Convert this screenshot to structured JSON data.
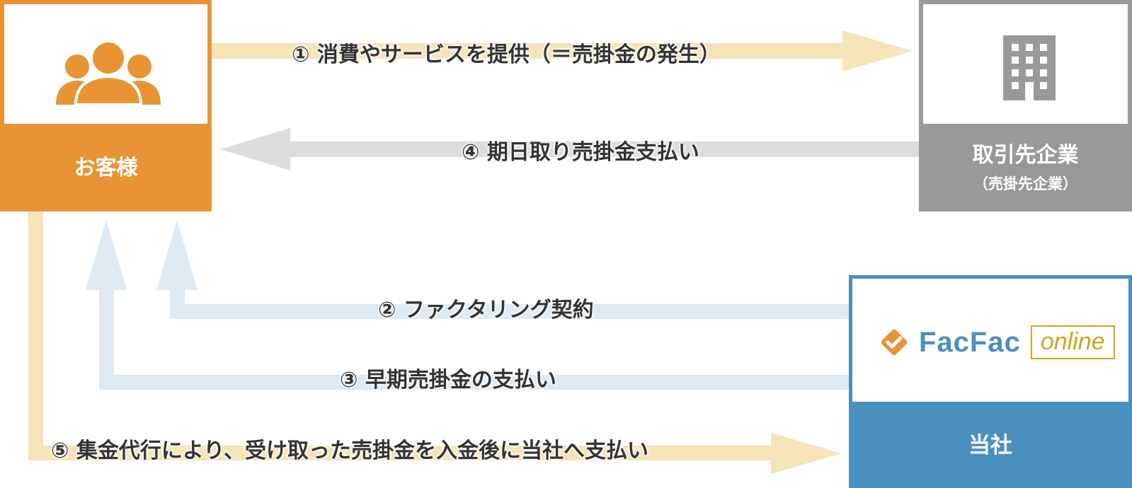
{
  "customer": {
    "label": "お客様",
    "icon": "people-icon",
    "color": "#E89436"
  },
  "partner": {
    "label": "取引先企業",
    "sublabel": "（売掛先企業）",
    "icon": "building-icon",
    "color": "#999999"
  },
  "company": {
    "label": "当社",
    "logo_text": "FacFac",
    "logo_badge": "online",
    "color": "#4A90BE"
  },
  "flows": [
    {
      "num": "①",
      "text": "消費やサービスを提供（＝売掛金の発生）"
    },
    {
      "num": "④",
      "text": "期日取り売掛金支払い"
    },
    {
      "num": "②",
      "text": "ファクタリング契約"
    },
    {
      "num": "③",
      "text": "早期売掛金の支払い"
    },
    {
      "num": "⑤",
      "text": "集金代行により、受け取った売掛金を入金後に当社へ支払い"
    }
  ],
  "colors": {
    "arrow_yellow": "#F5E4B8",
    "arrow_gray": "#DCDCDC",
    "arrow_blue": "#DDEAF4"
  }
}
